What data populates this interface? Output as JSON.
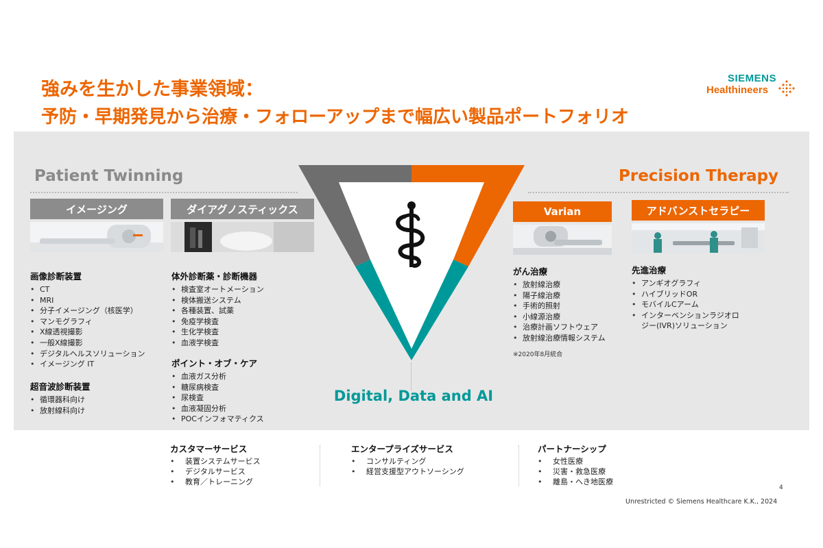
{
  "title_line1": "強みを生かした事業領域：",
  "title_line2": "予防・早期発見から治療・フォローアップまで幅広い製品ポートフォリオ",
  "logo": {
    "top": "SIEMENS",
    "bottom": "Healthineers"
  },
  "left_section": {
    "title": "Patient Twinning",
    "categories": [
      {
        "label": "イメージング",
        "groups": [
          {
            "heading": "画像診断装置",
            "items": [
              "CT",
              "MRI",
              "分子イメージング（核医学）",
              "マンモグラフィ",
              "X線透視撮影",
              "一般X線撮影",
              "デジタルヘルスソリューション",
              "イメージング IT"
            ]
          },
          {
            "heading": "超音波診断装置",
            "items": [
              "循環器科向け",
              "放射線科向け"
            ]
          }
        ]
      },
      {
        "label": "ダイアグノスティックス",
        "groups": [
          {
            "heading": "体外診断薬・診断機器",
            "items": [
              "検査室オートメーション",
              "検体搬送システム",
              "各種装置、試薬",
              "免疫学検査",
              "生化学検査",
              "血液学検査"
            ]
          },
          {
            "heading": "ポイント・オブ・ケア",
            "items": [
              "血液ガス分析",
              "糖尿病検査",
              "尿検査",
              "血液凝固分析",
              "POCインフォマティクス"
            ]
          }
        ]
      }
    ]
  },
  "right_section": {
    "title": "Precision Therapy",
    "categories": [
      {
        "label": "Varian",
        "groups": [
          {
            "heading": "がん治療",
            "items": [
              "放射線治療",
              "陽子線治療",
              "手術的照射",
              "小線源治療",
              "治療計画ソフトウェア",
              "放射線治療情報システム"
            ]
          }
        ],
        "note": "※2020年8月統合"
      },
      {
        "label": "アドバンストセラピー",
        "groups": [
          {
            "heading": "先進治療",
            "items": [
              "アンギオグラフィ",
              "ハイブリッドOR",
              "モバイルCアーム",
              "インターベンションラジオロ",
              "ジー(IVR)ソリューション"
            ]
          }
        ]
      }
    ]
  },
  "center": {
    "label": "Digital, Data and AI",
    "icon": "asclepius-icon"
  },
  "bottom": [
    {
      "heading": "カスタマーサービス",
      "items": [
        "装置システムサービス",
        "デジタルサービス",
        "教育／トレーニング"
      ]
    },
    {
      "heading": "エンタープライズサービス",
      "items": [
        "コンサルティング",
        "経営支援型アウトソーシング"
      ]
    },
    {
      "heading": "パートナーシップ",
      "items": [
        "女性医療",
        "災害・救急医療",
        "離島・へき地医療"
      ]
    }
  ],
  "page_number": "4",
  "footer": "Unrestricted © Siemens Healthcare K.K., 2024",
  "colors": {
    "orange": "#ec6602",
    "teal": "#009999",
    "gray": "#8c8c8c",
    "panel": "#e7e7e7"
  }
}
